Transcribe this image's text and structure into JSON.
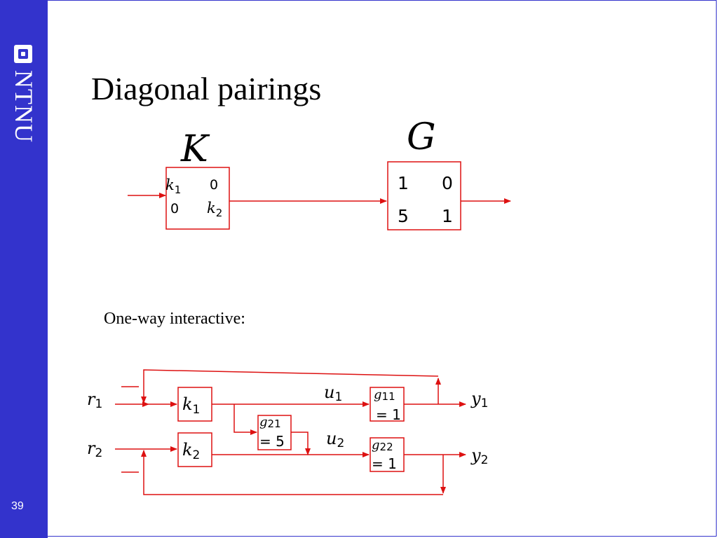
{
  "slide": {
    "title": "Diagonal pairings",
    "caption": "One-way interactive:",
    "page_number": "39",
    "logo_text": "NTNU",
    "accent_color": "#3333cc",
    "line_color": "#dd1111"
  },
  "top_diagram": {
    "K": {
      "label": "K",
      "cells": [
        "k1",
        "0",
        "0",
        "k2"
      ]
    },
    "G": {
      "label": "G",
      "cells": [
        "1",
        "0",
        "5",
        "1"
      ]
    }
  },
  "bottom_diagram": {
    "inputs": [
      "r1",
      "r2"
    ],
    "outputs": [
      "y1",
      "y2"
    ],
    "controls": [
      "u1",
      "u2"
    ],
    "controllers": [
      "k1",
      "k2"
    ],
    "g11": [
      "g11",
      "= 1"
    ],
    "g21": [
      "g21",
      "= 5"
    ],
    "g22": [
      "g22",
      "= 1"
    ],
    "sign_minus": "—"
  }
}
